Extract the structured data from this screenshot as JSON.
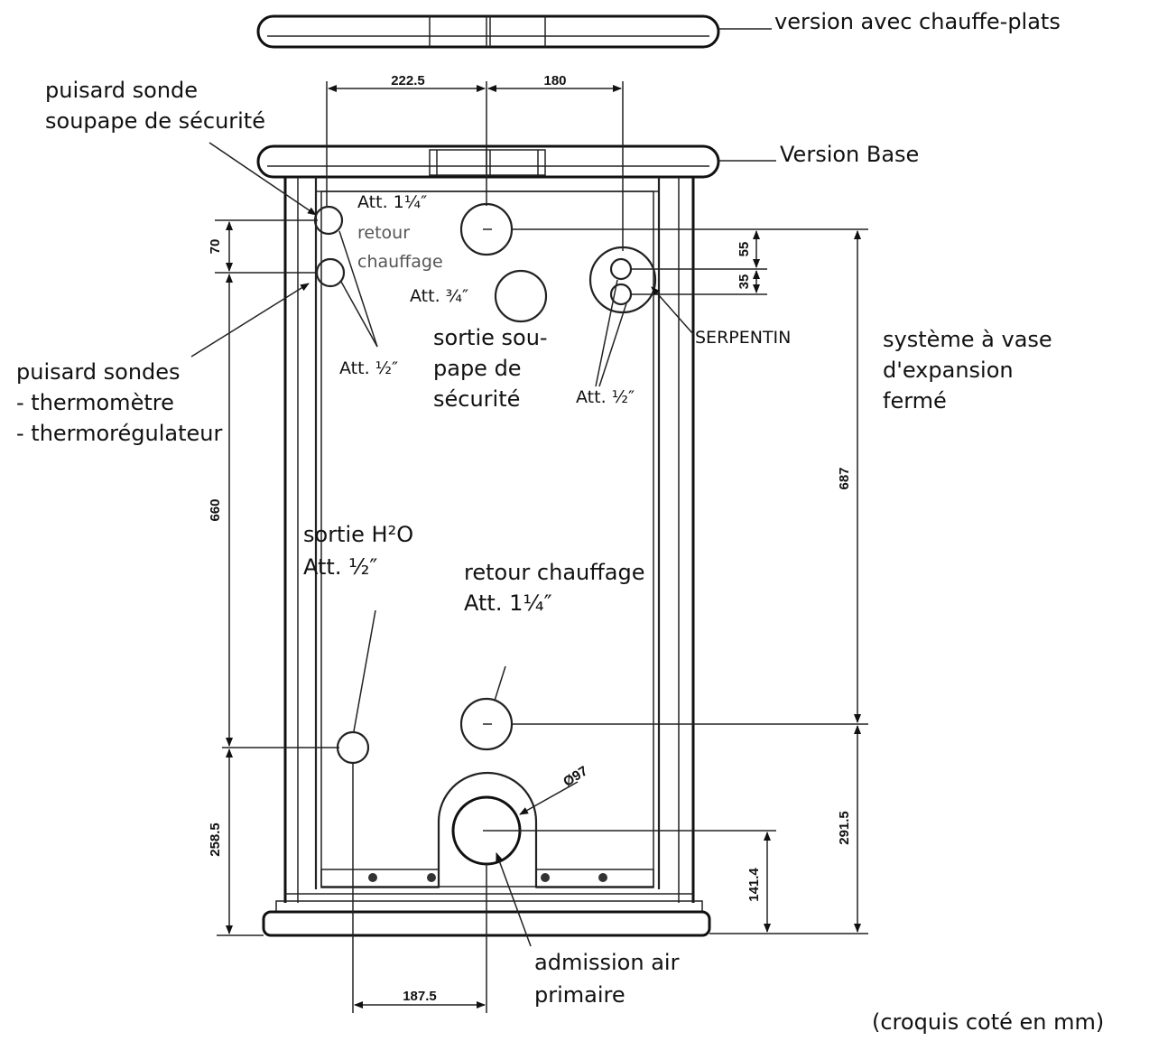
{
  "labels": {
    "version_chauffe_plats": "version avec chauffe-plats",
    "version_base": "Version Base",
    "puisard_sonde_l1": "puisard sonde",
    "puisard_sonde_l2": "soupape de sécurité",
    "att_1_1_4_top": "Att. 1¼″",
    "retour_chauffage_top_l1": "retour",
    "retour_chauffage_top_l2": "chauffage",
    "att_3_4": "Att. ¾″",
    "sortie_soupape_l1": "sortie sou-",
    "sortie_soupape_l2": "pape de",
    "sortie_soupape_l3": "sécurité",
    "att_1_2_left": "Att. ½″",
    "att_1_2_right": "Att. ½″",
    "serpentin": "SERPENTIN",
    "systeme_l1": "système à vase",
    "systeme_l2": "d'expansion",
    "systeme_l3": "fermé",
    "puisard_sondes_l1": "puisard sondes",
    "puisard_sondes_l2": "- thermomètre",
    "puisard_sondes_l3": "- thermorégulateur",
    "sortie_h2o_l1": "sortie  H²O",
    "sortie_h2o_l2": "Att. ½″",
    "retour_chauffage_bottom_l1": "retour chauffage",
    "retour_chauffage_bottom_l2": "Att. 1¼″",
    "admission_l1": "admission air",
    "admission_l2": "primaire",
    "croquis": "(croquis coté en mm)"
  },
  "dimensions": {
    "d222_5": "222.5",
    "d180": "180",
    "d70": "70",
    "d55": "55",
    "d35": "35",
    "d660": "660",
    "d687": "687",
    "d258_5": "258.5",
    "d291_5": "291.5",
    "d141_4": "141.4",
    "d187_5": "187.5",
    "d_phi97": "Ø97"
  }
}
